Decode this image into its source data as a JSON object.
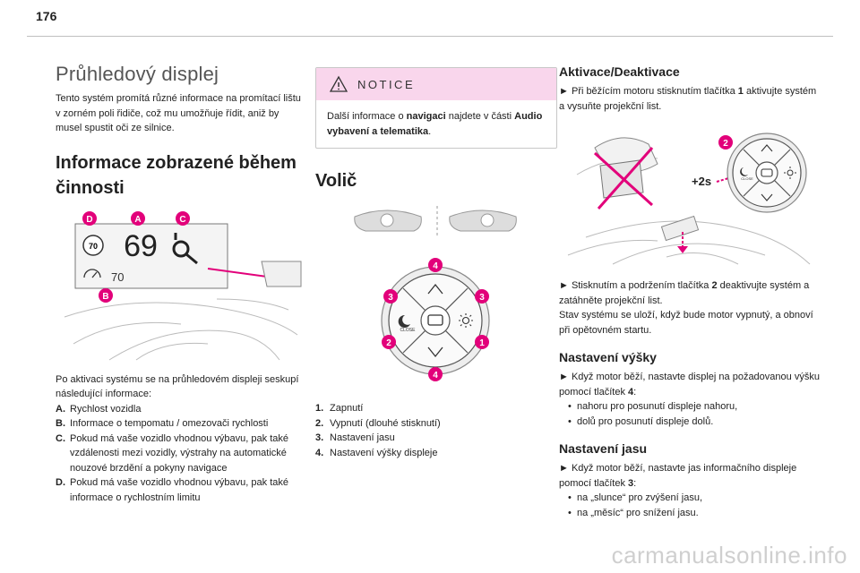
{
  "page_number": "176",
  "col1": {
    "title": "Průhledový displej",
    "intro": "Tento systém promítá různé informace na promítací lištu v zorném poli řidiče, což mu umožňuje řídit, aniž by musel spustit oči ze silnice.",
    "section_title": "Informace zobrazené během činnosti",
    "display": {
      "speed": "69",
      "limit": "70",
      "cruise": "70",
      "letters": [
        "D",
        "A",
        "C",
        "B"
      ]
    },
    "list_intro": "Po aktivaci systému se na průhledovém displeji seskupí následující informace:",
    "items": [
      {
        "key": "A.",
        "text": "Rychlost vozidla"
      },
      {
        "key": "B.",
        "text": "Informace o tempomatu / omezovači rychlosti"
      },
      {
        "key": "C.",
        "text": "Pokud má vaše vozidlo vhodnou výbavu, pak také vzdálenosti mezi vozidly, výstrahy na automatické nouzové brzdění a pokyny navigace"
      },
      {
        "key": "D.",
        "text": "Pokud má vaše vozidlo vhodnou výbavu, pak také informace o rychlostním limitu"
      }
    ]
  },
  "col2": {
    "notice_title": "NOTICE",
    "notice_pre": "Další informace o ",
    "notice_bold1": "navigaci",
    "notice_mid": " najdete v části ",
    "notice_bold2": "Audio vybavení a telematika",
    "notice_post": ".",
    "section_title": "Volič",
    "selector_numbers": [
      "4",
      "3",
      "3",
      "2",
      "1",
      "4"
    ],
    "selector_close": "CLOSE",
    "items": [
      {
        "key": "1.",
        "text": "Zapnutí"
      },
      {
        "key": "2.",
        "text": "Vypnutí (dlouhé stisknutí)"
      },
      {
        "key": "3.",
        "text": "Nastavení jasu"
      },
      {
        "key": "4.",
        "text": "Nastavení výšky displeje"
      }
    ]
  },
  "col3": {
    "activation_title": "Aktivace/Deaktivace",
    "act_p1_pre": "► Při běžícím motoru stisknutím tlačítka ",
    "act_p1_bold": "1",
    "act_p1_post": " aktivujte systém a vysuňte projekční list.",
    "illus_badge": "2",
    "illus_hold": "+2s",
    "illus_close": "CLOSE",
    "act_p2_pre": "► Stisknutím a podržením tlačítka ",
    "act_p2_bold": "2",
    "act_p2_post": " deaktivujte systém a zatáhněte projekční list.",
    "act_p3": "Stav systému se uloží, když bude motor vypnutý, a obnoví při opětovném startu.",
    "height_title": "Nastavení výšky",
    "height_p_pre": "► Když motor běží, nastavte displej na požadovanou výšku pomocí tlačítek ",
    "height_p_bold": "4",
    "height_p_post": ":",
    "height_bullets": [
      "nahoru pro posunutí displeje nahoru,",
      "dolů pro posunutí displeje dolů."
    ],
    "brightness_title": "Nastavení jasu",
    "bright_p_pre": "► Když motor běží, nastavte jas informačního displeje pomocí tlačítek ",
    "bright_p_bold": "3",
    "bright_p_post": ":",
    "bright_bullets": [
      "na „slunce“ pro zvýšení jasu,",
      "na „měsíc“ pro snížení jasu."
    ]
  },
  "watermark": "carmanualsonline.info",
  "colors": {
    "accent_magenta": "#e2007a",
    "notice_bg": "#f9d6ec",
    "text": "#222222"
  }
}
